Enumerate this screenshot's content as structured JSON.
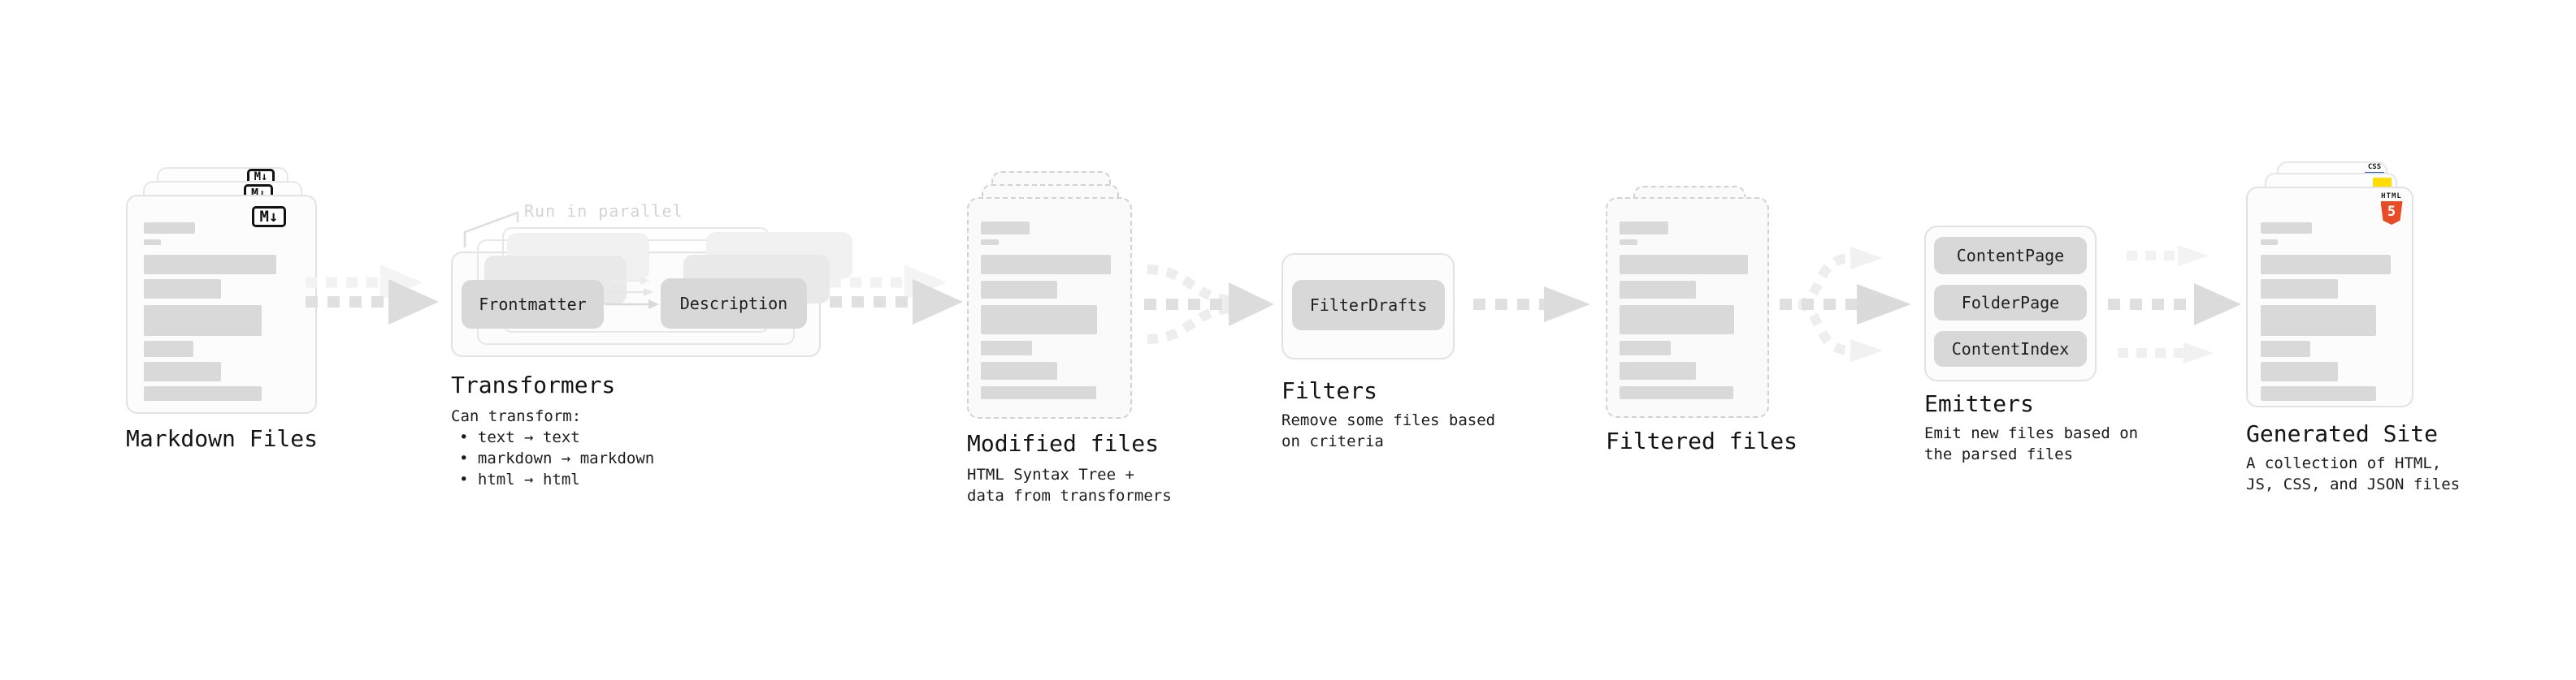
{
  "markdown": {
    "title": "Markdown Files"
  },
  "transformers": {
    "note": "Run in parallel",
    "pill_left": "Frontmatter",
    "pill_right": "Description",
    "title": "Transformers",
    "desc_heading": "Can transform:",
    "bullets": [
      "• text → text",
      "• markdown → markdown",
      "• html → html"
    ]
  },
  "modified": {
    "title": "Modified files",
    "desc1": "HTML Syntax Tree +",
    "desc2": "data from transformers"
  },
  "filters": {
    "pill": "FilterDrafts",
    "title": "Filters",
    "desc1": "Remove some files based",
    "desc2": "on criteria"
  },
  "filtered": {
    "title": "Filtered files"
  },
  "emitters": {
    "pills": [
      "ContentPage",
      "FolderPage",
      "ContentIndex"
    ],
    "title": "Emitters",
    "desc1": "Emit new files based on",
    "desc2": "the parsed files"
  },
  "site": {
    "title": "Generated Site",
    "desc1": "A collection of HTML,",
    "desc2": "JS, CSS, and JSON files"
  },
  "icons": {
    "markdown_glyph": "M↓",
    "html5_label": "HTML",
    "html5_number": "5",
    "css_label": "CSS"
  },
  "colors": {
    "html5_orange": "#e64c25",
    "js_yellow": "#ffdd00",
    "css_blue": "#2d64f0",
    "placeholder_gray": "#d9d9d9",
    "pill_gray": "#d8d8d8"
  }
}
